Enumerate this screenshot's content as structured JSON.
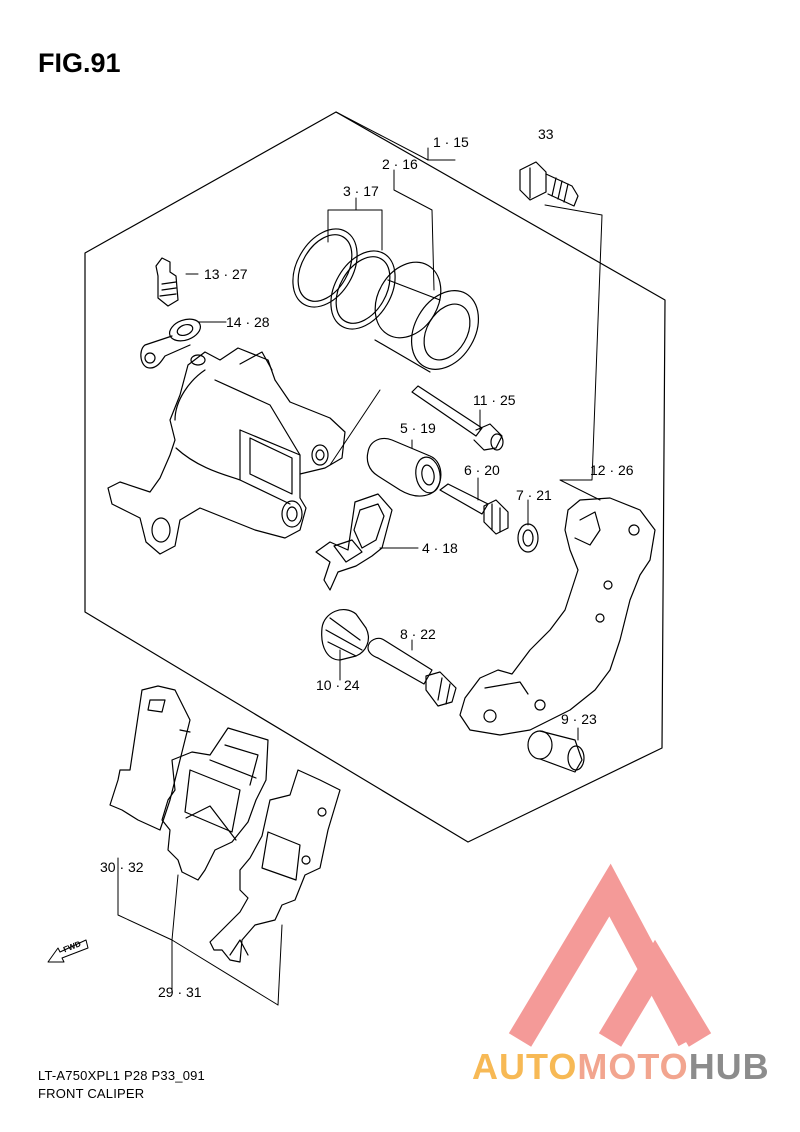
{
  "figure": {
    "title": "FIG.91",
    "code": "LT-A750XPL1  P28  P33_091",
    "name": "FRONT CALIPER"
  },
  "callouts": [
    {
      "id": "1",
      "text": "1 · 15"
    },
    {
      "id": "2",
      "text": "2 · 16"
    },
    {
      "id": "3",
      "text": "3 · 17"
    },
    {
      "id": "33",
      "text": "33"
    },
    {
      "id": "13",
      "text": "13 · 27"
    },
    {
      "id": "14",
      "text": "14 · 28"
    },
    {
      "id": "11",
      "text": "11 · 25"
    },
    {
      "id": "5",
      "text": "5 · 19"
    },
    {
      "id": "6",
      "text": "6 · 20"
    },
    {
      "id": "12",
      "text": "12 · 26"
    },
    {
      "id": "7",
      "text": "7 · 21"
    },
    {
      "id": "4",
      "text": "4 · 18"
    },
    {
      "id": "8",
      "text": "8 · 22"
    },
    {
      "id": "10",
      "text": "10 · 24"
    },
    {
      "id": "9",
      "text": "9 · 23"
    },
    {
      "id": "30",
      "text": "30 · 32"
    },
    {
      "id": "29",
      "text": "29 · 31"
    }
  ],
  "fwd_label": "FWD",
  "watermark": {
    "part1": "AUTO",
    "part2": "MOTO",
    "part3": "HUB",
    "color_triangle": "#f49a98",
    "color_auto": "#f7b955",
    "color_moto": "#f2a58f",
    "color_hub": "#8c8c8c"
  }
}
